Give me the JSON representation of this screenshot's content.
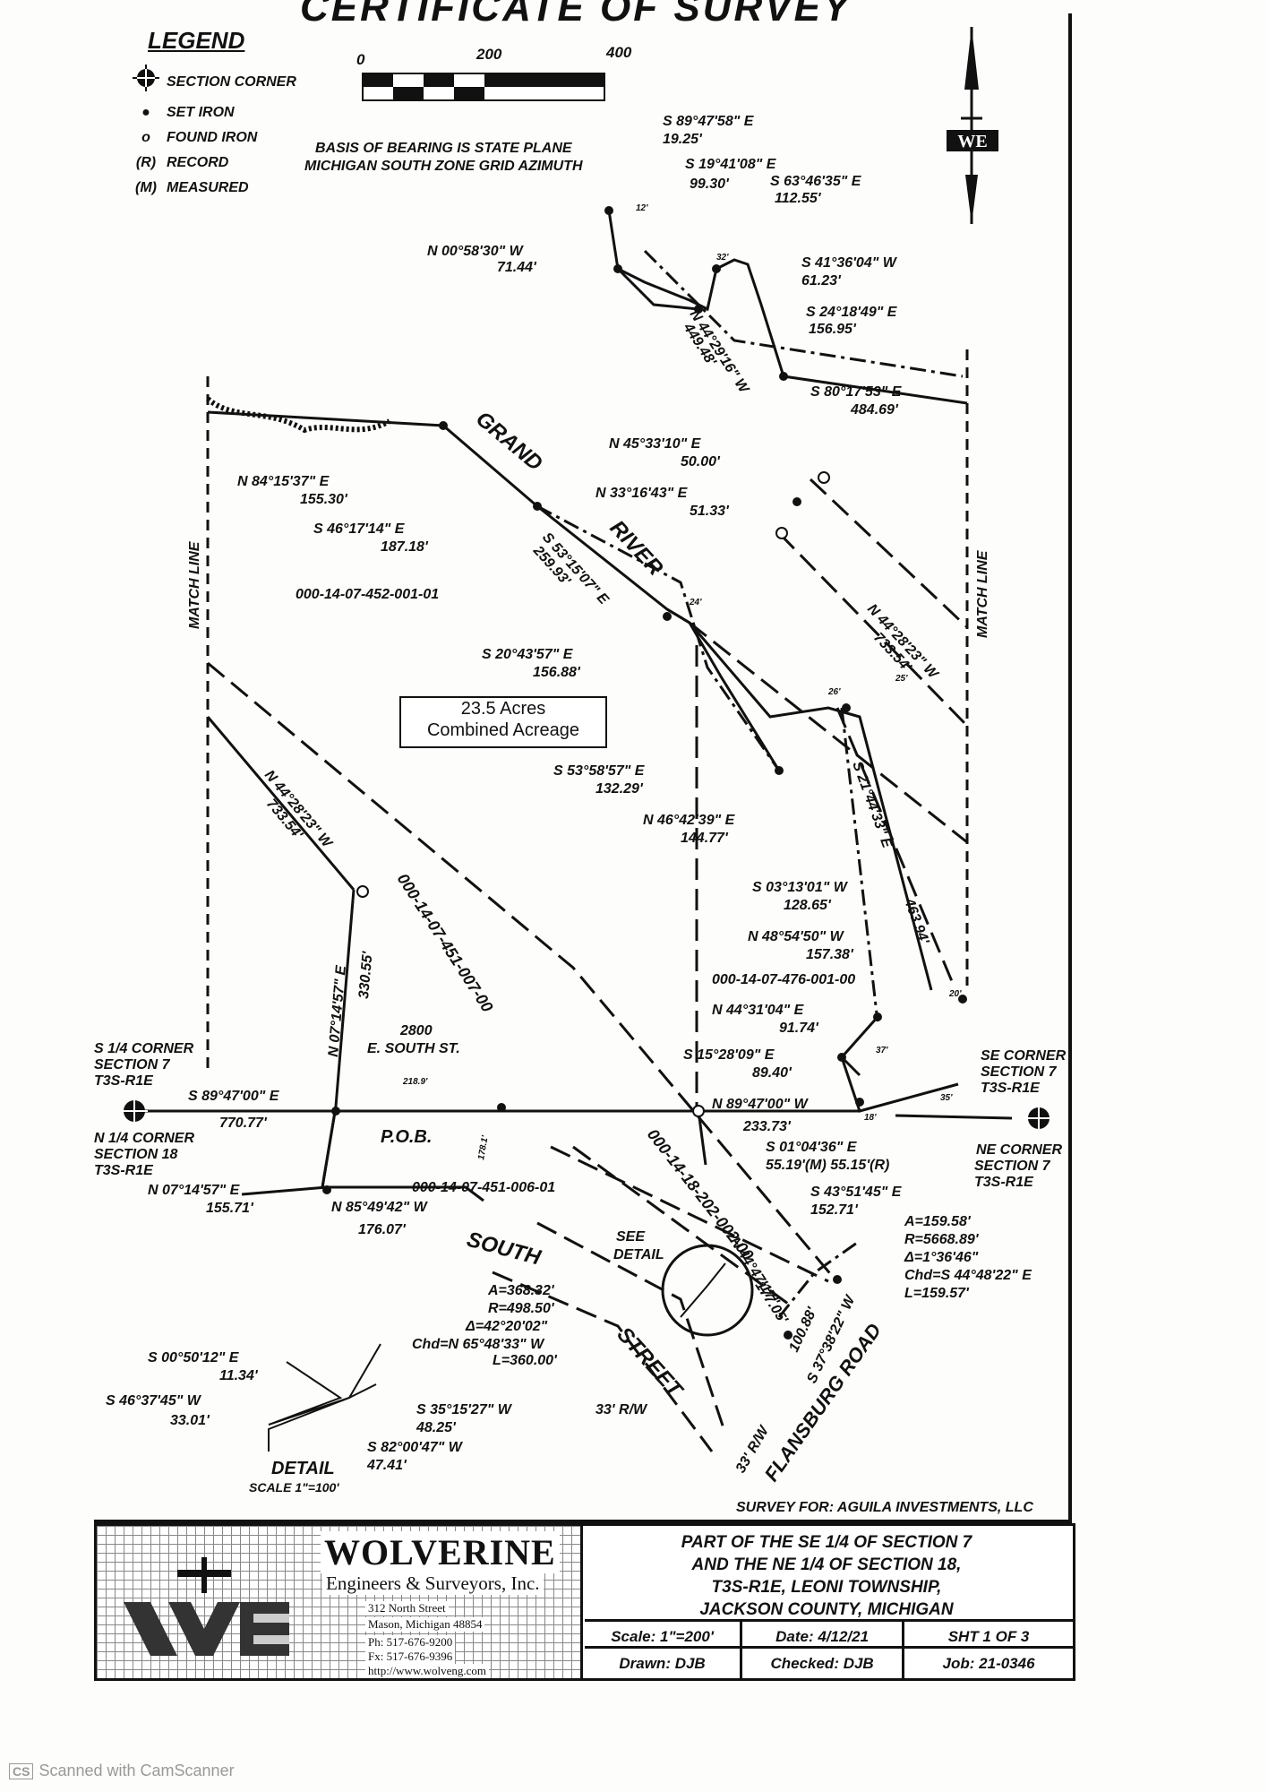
{
  "title": "CERTIFICATE OF SURVEY",
  "legend": {
    "title": "LEGEND",
    "items": [
      {
        "symbol": "section-corner",
        "label": "SECTION CORNER"
      },
      {
        "symbol": "set-iron",
        "label": "SET IRON"
      },
      {
        "symbol": "found-iron",
        "label": "FOUND IRON"
      },
      {
        "symbol_text": "(R)",
        "label": "RECORD"
      },
      {
        "symbol_text": "(M)",
        "label": "MEASURED"
      }
    ]
  },
  "scale_bar": {
    "ticks": [
      "0",
      "200",
      "400"
    ]
  },
  "basis_of_bearing": [
    "BASIS OF BEARING IS STATE PLANE",
    "MICHIGAN SOUTH ZONE GRID AZIMUTH"
  ],
  "acreage": [
    "23.5 Acres",
    "Combined Acreage"
  ],
  "survey_for": "SURVEY FOR: AGUILA INVESTMENTS, LLC",
  "firm": {
    "name": "WOLVERINE",
    "subtitle": "Engineers & Surveyors, Inc.",
    "address1": "312 North Street",
    "address2": "Mason, Michigan 48854",
    "phone": "Ph: 517-676-9200",
    "fax": "Fx: 517-676-9396",
    "web": "http://www.wolveng.com"
  },
  "description": [
    "PART OF THE SE 1/4 OF SECTION 7",
    "AND THE NE 1/4 OF SECTION 18,",
    "T3S-R1E, LEONI TOWNSHIP,",
    "JACKSON COUNTY, MICHIGAN"
  ],
  "title_block": {
    "scale": "Scale: 1\"=200'",
    "date": "Date: 4/12/21",
    "sheet": "SHT 1 OF 3",
    "drawn": "Drawn: DJB",
    "checked": "Checked: DJB",
    "job": "Job: 21-0346"
  },
  "scanner": {
    "badge": "CS",
    "text": "Scanned with CamScanner"
  },
  "labels": {
    "l1a": "S 89°47'58\" E",
    "l1b": "19.25'",
    "l2a": "S 19°41'08\" E",
    "l2b": "99.30'",
    "l3a": "S 63°46'35\" E",
    "l3b": "112.55'",
    "l4a": "N 00°58'30\" W",
    "l4b": "71.44'",
    "l5a": "S 41°36'04\" W",
    "l5b": "61.23'",
    "l6a": "S 24°18'49\" E",
    "l6b": "156.95'",
    "l7a": "N 44°29'16\" W",
    "l7b": "449.48'",
    "l8a": "S 80°17'53\" E",
    "l8b": "484.69'",
    "l9a": "N 45°33'10\" E",
    "l9b": "50.00'",
    "l10a": "N 33°16'43\" E",
    "l10b": "51.33'",
    "l11a": "N 84°15'37\" E",
    "l11b": "155.30'",
    "l12a": "S 46°17'14\" E",
    "l12b": "187.18'",
    "grand": "GRAND",
    "river": "RIVER",
    "l13a": "S 53°15'07\" E",
    "l13b": "259.93'",
    "pid1": "000-14-07-452-001-01",
    "match_left": "MATCH LINE",
    "match_right": "MATCH LINE",
    "l14a": "N 44°28'23\" W",
    "l14b": "733.54'",
    "l15a": "S 20°43'57\" E",
    "l15b": "156.88'",
    "l16a": "S 53°58'57\" E",
    "l16b": "132.29'",
    "l17a": "N 46°42'39\" E",
    "l17b": "144.77'",
    "l18a": "N 44°28'23\" W",
    "l18b": "733.54'",
    "pid2": "000-14-07-451-007-00",
    "l19a": "S 21°44'33\" E",
    "l19b": "463.94'",
    "l20a": "S 03°13'01\" W",
    "l20b": "128.65'",
    "l21a": "N 48°54'50\" W",
    "l21b": "157.38'",
    "pid3": "000-14-07-476-001-00",
    "l22a": "N 44°31'04\" E",
    "l22b": "91.74'",
    "l23a": "N 07°14'57\" E",
    "l23b": "330.55'",
    "addr1": "2800",
    "addr2": "E. SOUTH ST.",
    "s14a": "S 1/4 CORNER",
    "s14b": "SECTION 7",
    "s14c": "T3S-R1E",
    "l24a": "S 89°47'00\" E",
    "l24b": "770.77'",
    "l25a": "S 15°28'09\" E",
    "l25b": "89.40'",
    "se1": "SE CORNER",
    "se2": "SECTION 7",
    "se3": "T3S-R1E",
    "l26a": "N 89°47'00\" W",
    "l26b": "233.73'",
    "n14a": "N 1/4 CORNER",
    "n14b": "SECTION 18",
    "n14c": "T3S-R1E",
    "pob": "P.O.B.",
    "l27a": "S 01°04'36\" E",
    "l27b": "55.19'(M) 55.15'(R)",
    "ne1": "NE CORNER",
    "ne2": "SECTION 7",
    "ne3": "T3S-R1E",
    "l28a": "N 07°14'57\" E",
    "l28b": "155.71'",
    "pid4": "000-14-07-451-006-01",
    "l29a": "N 85°49'42\" W",
    "l29b": "176.07'",
    "l30a": "S 43°51'45\" E",
    "l30b": "152.71'",
    "south": "SOUTH",
    "street": "STREET",
    "pid5": "000-14-18-202-002-00",
    "see1": "SEE",
    "see2": "DETAIL",
    "c1a": "A=159.58'",
    "c1b": "R=5668.89'",
    "c1c": "Δ=1°36'46\"",
    "c1d": "Chd=S 44°48'22\" E",
    "c1e": "L=159.57'",
    "c2a": "A=368.32'",
    "c2b": "R=498.50'",
    "c2c": "Δ=42°20'02\"",
    "c2d": "Chd=N 65°48'33\" W",
    "c2e": "L=360.00'",
    "l31a": "N 44°47'17\"",
    "l31b": "177.05'",
    "l32a": "S 37°38'22\" W",
    "l32b": "100.88'",
    "flansburg": "FLANSBURG ROAD",
    "rw1": "33' R/W",
    "rw2": "33' R/W",
    "d1a": "S 00°50'12\" E",
    "d1b": "11.34'",
    "d2a": "S 46°37'45\" W",
    "d2b": "33.01'",
    "d3a": "S 35°15'27\" W",
    "d3b": "48.25'",
    "d4a": "S 82°00'47\" W",
    "d4b": "47.41'",
    "detail": "DETAIL",
    "detail_scale": "SCALE 1\"=100'",
    "d218": "218.9'",
    "d1781": "178.1'",
    "d20": "20'",
    "d18": "18'",
    "d12": "12'",
    "d37": "37'",
    "d35": "35'",
    "d32": "32'",
    "d26": "26'",
    "d25": "25'",
    "d24": "24'"
  }
}
